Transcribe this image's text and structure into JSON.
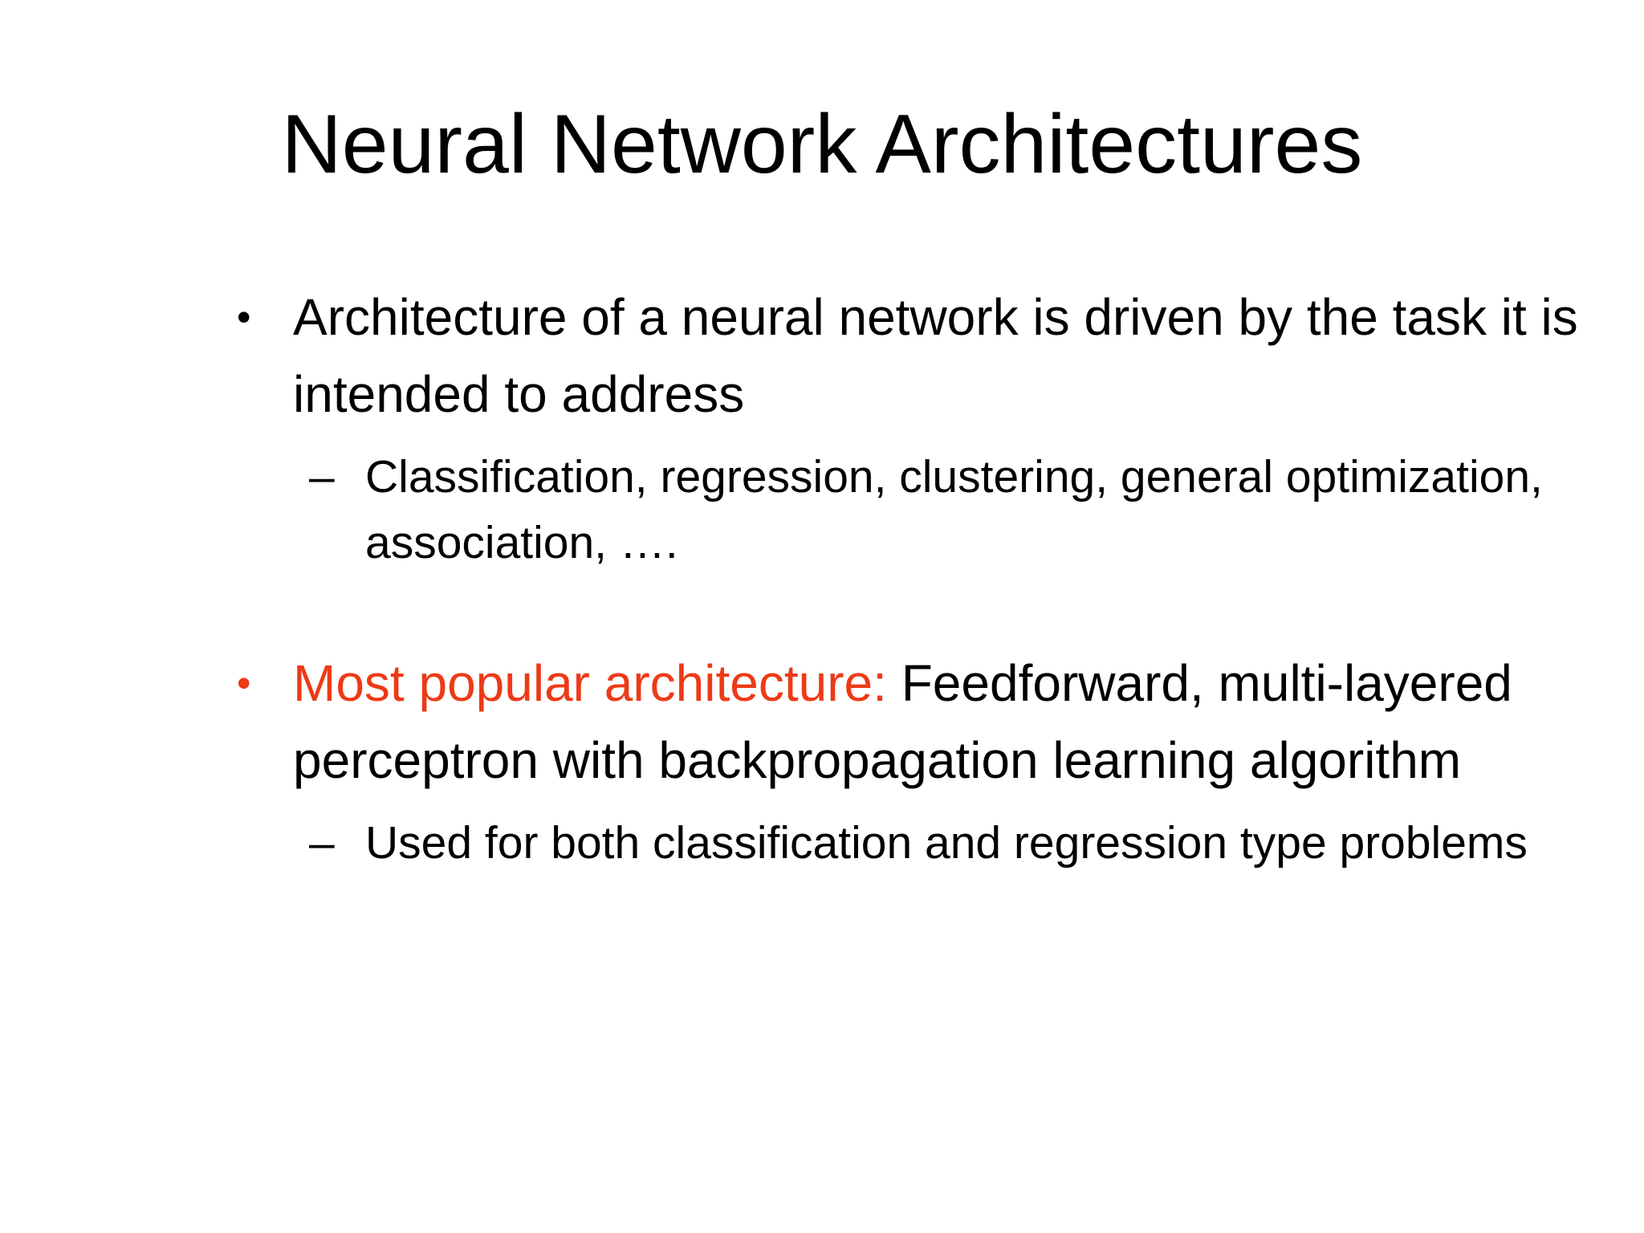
{
  "slide": {
    "title": "Neural Network Architectures",
    "colors": {
      "background": "#FFFFFF",
      "text": "#000000",
      "accent": "#ED3A17"
    },
    "bullets": {
      "b1": {
        "marker": "•",
        "text": "Architecture of a neural network is driven by the task it is intended to address"
      },
      "b1a": {
        "marker": "–",
        "text": "Classification, regression, clustering, general optimization, association, …."
      },
      "b2": {
        "marker": "•",
        "accent_text": "Most popular architecture: ",
        "text": "Feedforward, multi-layered perceptron with backpropagation learning algorithm"
      },
      "b2a": {
        "marker": "–",
        "text": "Used for both classification and regression type problems"
      }
    }
  }
}
